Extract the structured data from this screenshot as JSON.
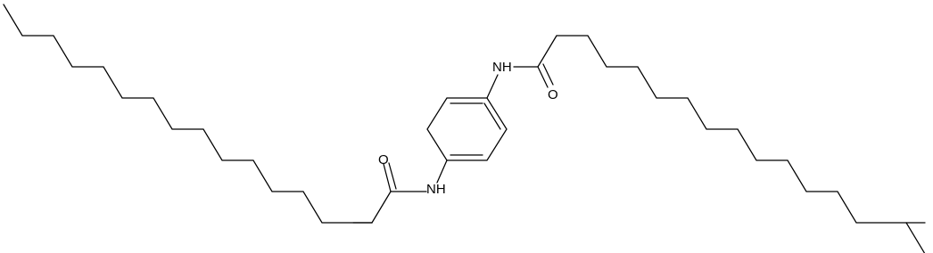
{
  "molecule": {
    "atom_labels": {
      "amide_n_top": "NH",
      "amide_o_top": "O",
      "amide_n_bottom": "NH",
      "amide_o_bottom": "O"
    }
  }
}
